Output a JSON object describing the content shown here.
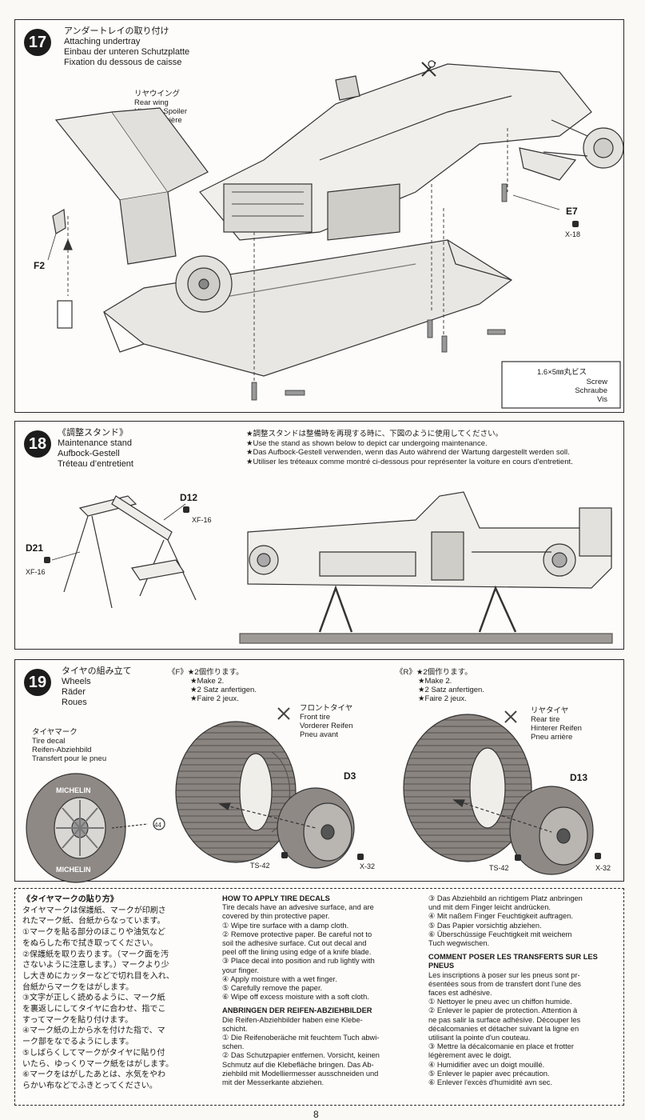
{
  "step17": {
    "number": "17",
    "title_jp": "アンダートレイの取り付け",
    "title_en": "Attaching undertray",
    "title_de": "Einbau der unteren Schutzplatte",
    "title_fr": "Fixation du dessous de caisse",
    "rear_wing": [
      "リヤウイング",
      "Rear wing",
      "Hinterer Spoiler",
      "Aileron arrière"
    ],
    "part_f2": "F2",
    "part_e7": "E7",
    "code_x18": "X-18",
    "screw": {
      "size": "1.6×5㎜丸ビス",
      "en": "Screw",
      "de": "Schraube",
      "fr": "Vis"
    }
  },
  "step18": {
    "number": "18",
    "title_jp": "《調整スタンド》",
    "title_en": "Maintenance stand",
    "title_de": "Aufbock-Gestell",
    "title_fr": "Tréteau d’entretient",
    "note_jp": "★調整スタンドは整備時を再現する時に、下図のように使用してください。",
    "note_en": "★Use the stand as shown below to depict car undergoing maintenance.",
    "note_de": "★Das Aufbock-Gestell verwenden, wenn das Auto während der Wartung dargestellt werden soll.",
    "note_fr": "★Utiliser les tréteaux comme montré ci-dessous pour représenter la voiture en cours d’entretient.",
    "part_d12": "D12",
    "code_xf16a": "XF-16",
    "part_d21": "D21",
    "code_xf16b": "XF-16"
  },
  "step19": {
    "number": "19",
    "title_jp": "タイヤの組み立て",
    "title_en": "Wheels",
    "title_de": "Räder",
    "title_fr": "Roues",
    "front_hdr": "《F》★2個作ります。",
    "rear_hdr": "《R》★2個作ります。",
    "make": [
      "★Make 2.",
      "★2 Satz anfertigen.",
      "★Faire 2 jeux."
    ],
    "tire_mark": [
      "タイヤマーク",
      "Tire decal",
      "Reifen-Abziehbild",
      "Transfert pour le pneu"
    ],
    "front_tire": [
      "フロントタイヤ",
      "Front tire",
      "Vorderer Reifen",
      "Pneu avant"
    ],
    "rear_tire": [
      "リヤタイヤ",
      "Rear tire",
      "Hinterer Reifen",
      "Pneu arrière"
    ],
    "part_d3": "D3",
    "part_d13": "D13",
    "ts42a": "TS-42",
    "x32a": "X-32",
    "ts42b": "TS-42",
    "x32b": "X-32",
    "tire_text": "MICHELIN",
    "decal_no": "44"
  },
  "instructions": {
    "jp_title": "《タイヤマークの貼り方》",
    "jp": [
      "タイヤマークは保護紙、マークが印刷さ",
      "れたマーク紙、台紙からなっています。",
      "①マークを貼る部分のほこりや油気など",
      "をぬらした布で拭き取ってください。",
      "②保護紙を取り去ります。（マーク面を汚",
      "さないように注意します。）マークより少",
      "し大きめにカッターなどで切れ目を入れ、",
      "台紙からマークをはがします。",
      "③文字が正しく読めるように、マーク紙",
      "を裏返しにしてタイヤに合わせ、指でこ",
      "すってマークを貼り付けます。",
      "④マーク紙の上から水を付けた指で、マ",
      "ーク部をなでるようにします。",
      "⑤しばらくしてマークがタイヤに貼り付",
      "いたら、ゆっくりマーク紙をはがします。",
      "⑥マークをはがしたあとは、水気をやわ",
      "らかい布などでふきとってください。"
    ],
    "en_title": "HOW TO APPLY TIRE DECALS",
    "en": [
      "Tire decals have an advesive surface, and are",
      "covered by thin protective paper.",
      "① Wipe tire surface with a damp cloth.",
      "② Remove protective paper. Be careful not to",
      "soil the adhesive surface. Cut out decal and",
      "peel off the lining using edge of a knife blade.",
      "③ Place decal into position and rub lightly with",
      "your finger.",
      "④ Apply moisture with a wet finger.",
      "⑤ Carefully remove the paper.",
      "⑥ Wipe off excess moisture with a soft cloth."
    ],
    "de_title": "ANBRINGEN DER REIFEN-ABZIEHBILDER",
    "de": [
      "Die Reifen-Abziehbilder haben eine Klebe-",
      "schicht.",
      "① Die Reifenoberäche mit feuchtem Tuch abwi-",
      "schen.",
      "② Das Schutzpapier entfernen. Vorsicht, keinen",
      "Schmutz auf die Klebefläche bringen. Das Ab-",
      "ziehbild mit Modelliermesser ausschneiden und",
      "mit der Messerkante abziehen."
    ],
    "de2": [
      "③ Das Abziehbild an richtigem Platz anbringen",
      "und mit dem Finger leicht andrücken.",
      "④ Mit naßem Finger Feuchtigkeit auftragen.",
      "⑤ Das Papier vorsichtig abziehen.",
      "⑥ Überschüssige Feuchtigkeit mit weichem",
      "Tuch wegwischen."
    ],
    "fr_title": "COMMENT POSER LES TRANSFERTS SUR LES PNEUS",
    "fr": [
      "Les inscriptions à poser sur les pneus sont pr-",
      "ésentées sous from de transfert dont l'une des",
      "faces est adhésive.",
      "① Nettoyer le pneu avec un chiffon humide.",
      "② Enlever le papier de protection. Attention à",
      "ne pas salir la surface adhésive. Découper les",
      "décalcomanies et détacher suivant la ligne en",
      "utilisant la pointe d'un couteau.",
      "③ Mettre la décalcomanie en place et frotter",
      "légèrement avec le doigt.",
      "④ Humidifier avec un doigt mouillé.",
      "⑤ Enlever le papier avec précaution.",
      "⑥ Enlever l'excès d'humidité avn sec."
    ]
  },
  "page_number": "8"
}
